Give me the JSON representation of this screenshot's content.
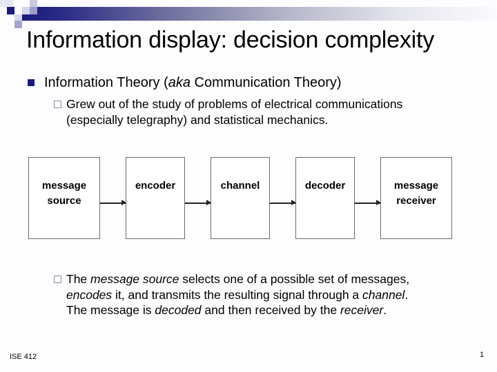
{
  "slide": {
    "title": "Information display: decision complexity",
    "bullet1": {
      "pre": "Information Theory (",
      "em": "aka",
      "post": " Communication Theory)"
    },
    "sub1": {
      "line1": "Grew out of the study of problems of electrical communications",
      "line2": "(especially telegraphy) and statistical mechanics."
    },
    "diagram": {
      "nodes": [
        {
          "line1": "message",
          "line2": "source"
        },
        {
          "line1": "encoder",
          "line2": ""
        },
        {
          "line1": "channel",
          "line2": ""
        },
        {
          "line1": "decoder",
          "line2": ""
        },
        {
          "line1": "message",
          "line2": "receiver"
        }
      ]
    },
    "sub2": {
      "l1a": "The ",
      "l1b": "message source",
      "l1c": " selects one of a possible set of messages,",
      "l2a": "encodes",
      "l2b": " it, and transmits the resulting signal through a ",
      "l2c": "channel",
      "l2d": ".",
      "l3a": "The message is ",
      "l3b": "decoded",
      "l3c": " and then received by the ",
      "l3d": "receiver",
      "l3e": "."
    },
    "footer": {
      "course": "ISE 412",
      "page": "1"
    },
    "colors": {
      "accent": "#1a1a80",
      "bar_start": "#1a1a7a",
      "bar_end": "#fbfbfe"
    }
  }
}
